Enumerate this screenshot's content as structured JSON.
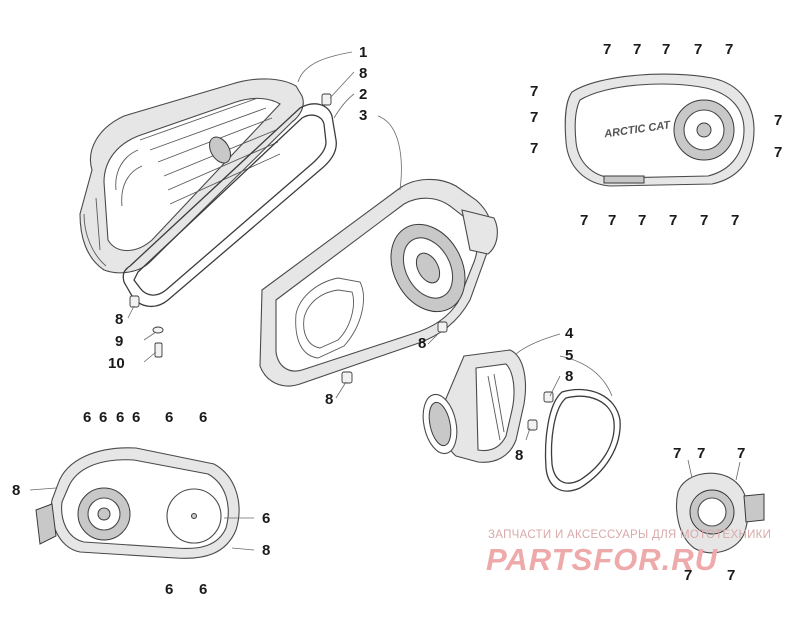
{
  "diagram": {
    "labels": {
      "cover_outer": "1",
      "gasket_outer": "2",
      "cover_inner": "3",
      "intake_duct": "4",
      "duct_gasket": "5",
      "screw_6": "6",
      "screw_7": "7",
      "dowel_8": "8",
      "washer": "9",
      "bolt": "10"
    },
    "logo_text": "ARCTIC CAT",
    "watermark": {
      "line1": "ЗАПЧАСТИ И АКСЕССУАРЫ ДЛЯ МОТОТЕХНИКИ",
      "line2": "PARTSFOR.RU"
    }
  }
}
